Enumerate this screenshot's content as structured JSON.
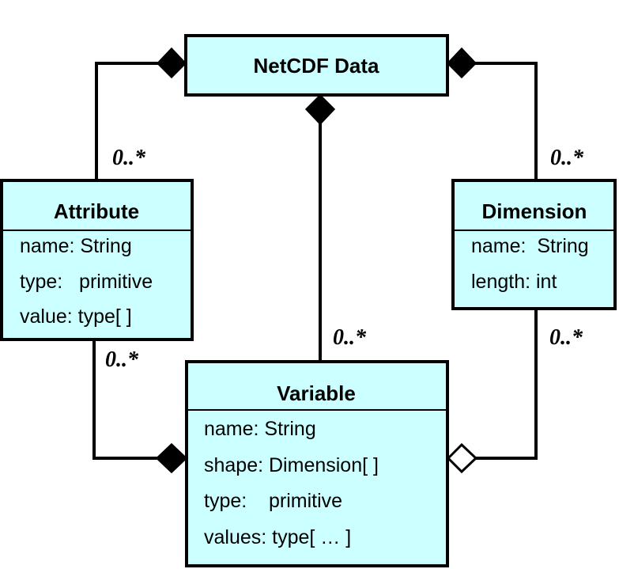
{
  "colors": {
    "box_fill": "#ccffff",
    "stroke": "#000000",
    "background": "#ffffff"
  },
  "classes": {
    "netcdf": {
      "title": "NetCDF Data"
    },
    "attribute": {
      "title": "Attribute",
      "fields": [
        "name: String",
        "type:   primitive",
        "value: type[ ]"
      ]
    },
    "dimension": {
      "title": "Dimension",
      "fields": [
        "name:  String",
        "length: int"
      ]
    },
    "variable": {
      "title": "Variable",
      "fields": [
        "name: String",
        "shape: Dimension[ ]",
        "type:    primitive",
        "values: type[ … ]"
      ]
    }
  },
  "multiplicities": {
    "attribute_top": "0..*",
    "dimension_top": "0..*",
    "variable_top": "0..*",
    "attribute_bottom": "0..*",
    "dimension_bottom": "0..*"
  },
  "associations": {
    "netcdf_attribute": "composition",
    "netcdf_dimension": "composition",
    "netcdf_variable": "composition",
    "variable_attribute": "composition",
    "variable_dimension": "aggregation"
  }
}
